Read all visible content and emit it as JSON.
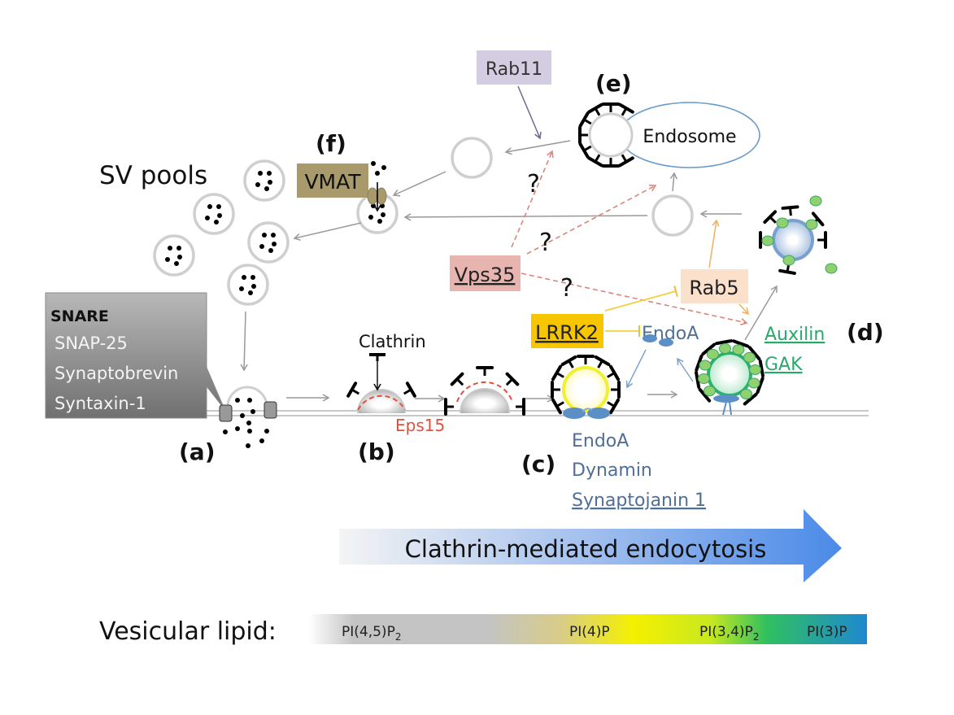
{
  "title_labels": {
    "sv_pools": "SV pools",
    "endosome": "Endosome",
    "clathrin": "Clathrin",
    "eps15": "Eps15",
    "question": "?"
  },
  "panels": {
    "a": "(a)",
    "b": "(b)",
    "c": "(c)",
    "d": "(d)",
    "e": "(e)",
    "f": "(f)"
  },
  "boxes": {
    "rab11": "Rab11",
    "vmat": "VMAT",
    "vps35": "Vps35",
    "rab5": "Rab5",
    "lrrk2": "LRRK2"
  },
  "snare": {
    "title": "SNARE",
    "items": [
      "SNAP-25",
      "Synaptobrevin",
      "Syntaxin-1"
    ]
  },
  "endoa_label": "EndoA",
  "stage_c_proteins": [
    "EndoA",
    "Dynamin",
    "Synaptojanin 1"
  ],
  "stage_d_proteins": [
    "Auxilin",
    "GAK"
  ],
  "process_arrow": {
    "label": "Clathrin-mediated endocytosis"
  },
  "lipid_bar": {
    "label": "Vesicular lipid:",
    "segments": [
      {
        "name": "PI(4,5)P",
        "sub": "2"
      },
      {
        "name": "PI(4)P",
        "sub": ""
      },
      {
        "name": "PI(3,4)P",
        "sub": "2"
      },
      {
        "name": "PI(3)P",
        "sub": ""
      }
    ]
  },
  "colors": {
    "rab11_bg": "#d4cce0",
    "vmat_bg": "#a89a6a",
    "vps35_bg": "#e8b4b0",
    "rab5_bg": "#fbe0cc",
    "lrrk2_bg": "#f7c600",
    "eps15": "#e0503c",
    "endoa": "#4f6f96",
    "auxilin": "#2aa86a",
    "arrow_blue": "#4a8ae8"
  }
}
